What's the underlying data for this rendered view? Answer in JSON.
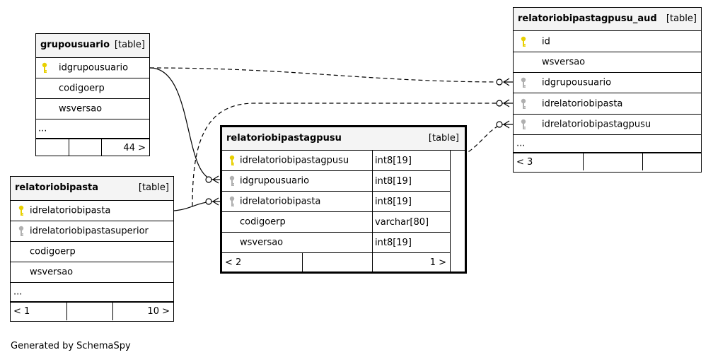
{
  "tables": {
    "grupousuario": {
      "name": "grupousuario",
      "type": "[table]",
      "columns": [
        "idgrupousuario",
        "codigoerp",
        "wsversao"
      ],
      "ellipsis": "...",
      "footer": [
        "",
        "",
        "44 >"
      ]
    },
    "relatoriobipasta": {
      "name": "relatoriobipasta",
      "type": "[table]",
      "columns": [
        "idrelatoriobipasta",
        "idrelatoriobipastasuperior",
        "codigoerp",
        "wsversao"
      ],
      "ellipsis": "...",
      "footer": [
        "< 1",
        "",
        "10 >"
      ]
    },
    "relatoriobipastagpusu": {
      "name": "relatoriobipastagpusu",
      "type": "[table]",
      "columns": [
        {
          "name": "idrelatoriobipastagpusu",
          "type": "int8[19]"
        },
        {
          "name": "idgrupousuario",
          "type": "int8[19]"
        },
        {
          "name": "idrelatoriobipasta",
          "type": "int8[19]"
        },
        {
          "name": "codigoerp",
          "type": "varchar[80]"
        },
        {
          "name": "wsversao",
          "type": "int8[19]"
        }
      ],
      "footer": [
        "< 2",
        "",
        "1 >"
      ]
    },
    "relatoriobipastagpusu_aud": {
      "name": "relatoriobipastagpusu_aud",
      "type": "[table]",
      "columns": [
        "id",
        "wsversao",
        "idgrupousuario",
        "idrelatoriobipasta",
        "idrelatoriobipastagpusu"
      ],
      "ellipsis": "...",
      "footer": [
        "< 3",
        "",
        ""
      ]
    }
  },
  "credit": "Generated by SchemaSpy",
  "colors": {
    "primary_key": "#e8d000",
    "foreign_key": "#b0b0b0",
    "header_bg": "#f4f4f4",
    "line": "#000000"
  }
}
